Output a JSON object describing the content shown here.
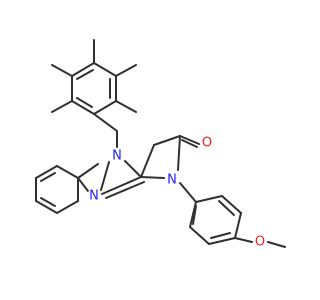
{
  "colors": {
    "background": "#ffffff",
    "bond": "#303030",
    "nitrogen": "#2222ee",
    "oxygen": "#ee2222"
  },
  "atom_labels": [
    {
      "text": "N",
      "element": "nitrogen"
    },
    {
      "text": "N",
      "element": "nitrogen"
    },
    {
      "text": "N",
      "element": "nitrogen"
    },
    {
      "text": "O",
      "element": "oxygen"
    },
    {
      "text": "O",
      "element": "oxygen"
    }
  ]
}
